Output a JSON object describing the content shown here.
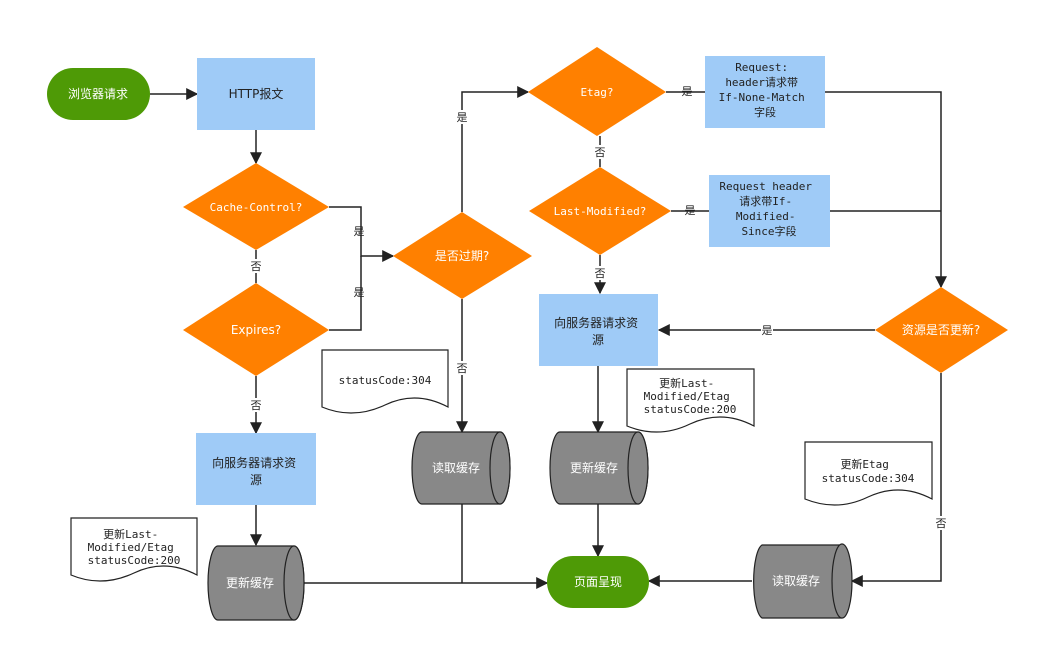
{
  "colors": {
    "terminal": "#4e9a06",
    "process": "#9fcbf7",
    "decision": "#ff8000",
    "storage": "#888888",
    "line": "#222222",
    "text_light": "#ffffff",
    "text_dark": "#222222"
  },
  "nodes": {
    "browser_request": "浏览器请求",
    "http_message": "HTTP报文",
    "cache_control": "Cache-Control?",
    "expires": "Expires?",
    "expired": "是否过期?",
    "etag": "Etag?",
    "last_modified": "Last-Modified?",
    "req_if_none_match": [
      "Request:",
      "header请求带",
      "If-None-Match",
      "字段"
    ],
    "req_if_modified_since": [
      "Request header",
      "请求带If-",
      "Modified-",
      "Since字段"
    ],
    "resource_updated": "资源是否更新?",
    "server_request_left": [
      "向服务器请求资",
      "源"
    ],
    "server_request_mid": [
      "向服务器请求资",
      "源"
    ],
    "update_cache_left": "更新缓存",
    "read_cache_mid": "读取缓存",
    "update_cache_mid": "更新缓存",
    "read_cache_right": "读取缓存",
    "page_render": "页面呈现"
  },
  "notes": {
    "status304_mid": [
      "statusCode:304"
    ],
    "update_left": [
      "更新Last-",
      "Modified/Etag",
      "statusCode:200"
    ],
    "update_mid": [
      "更新Last-",
      "Modified/Etag",
      "statusCode:200"
    ],
    "etag304_right": [
      "更新Etag",
      "statusCode:304"
    ]
  },
  "edge_labels": {
    "yes": "是",
    "no": "否"
  }
}
